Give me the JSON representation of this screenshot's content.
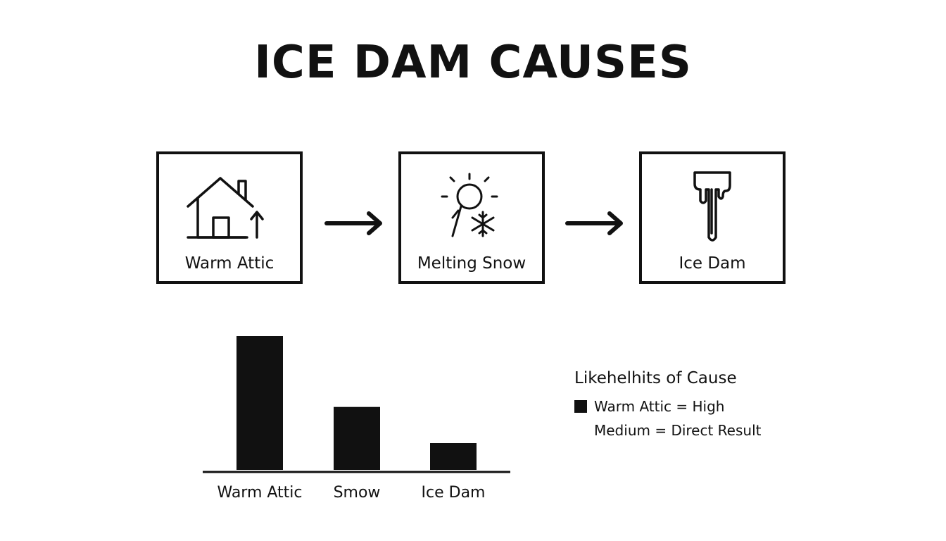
{
  "title": "ICE DAM CAUSES",
  "steps": [
    {
      "label": "Warm Attic",
      "icon": "house-heat-up-icon"
    },
    {
      "label": "Melting Snow",
      "icon": "sun-snowflake-icon"
    },
    {
      "label": "Ice Dam",
      "icon": "icicle-icon"
    }
  ],
  "chart_data": {
    "type": "bar",
    "categories": [
      "Warm Attic",
      "Smow",
      "Ice Dam"
    ],
    "values": [
      100,
      47,
      20
    ],
    "ylim": [
      0,
      100
    ],
    "title": "",
    "xlabel": "",
    "ylabel": "",
    "bar_color": "#111111"
  },
  "legend": {
    "title": "Likehelhits of Cause",
    "rows": [
      "Warm Attic = High",
      "Medium = Direct Result"
    ]
  },
  "colors": {
    "ink": "#111111",
    "background": "#ffffff"
  }
}
